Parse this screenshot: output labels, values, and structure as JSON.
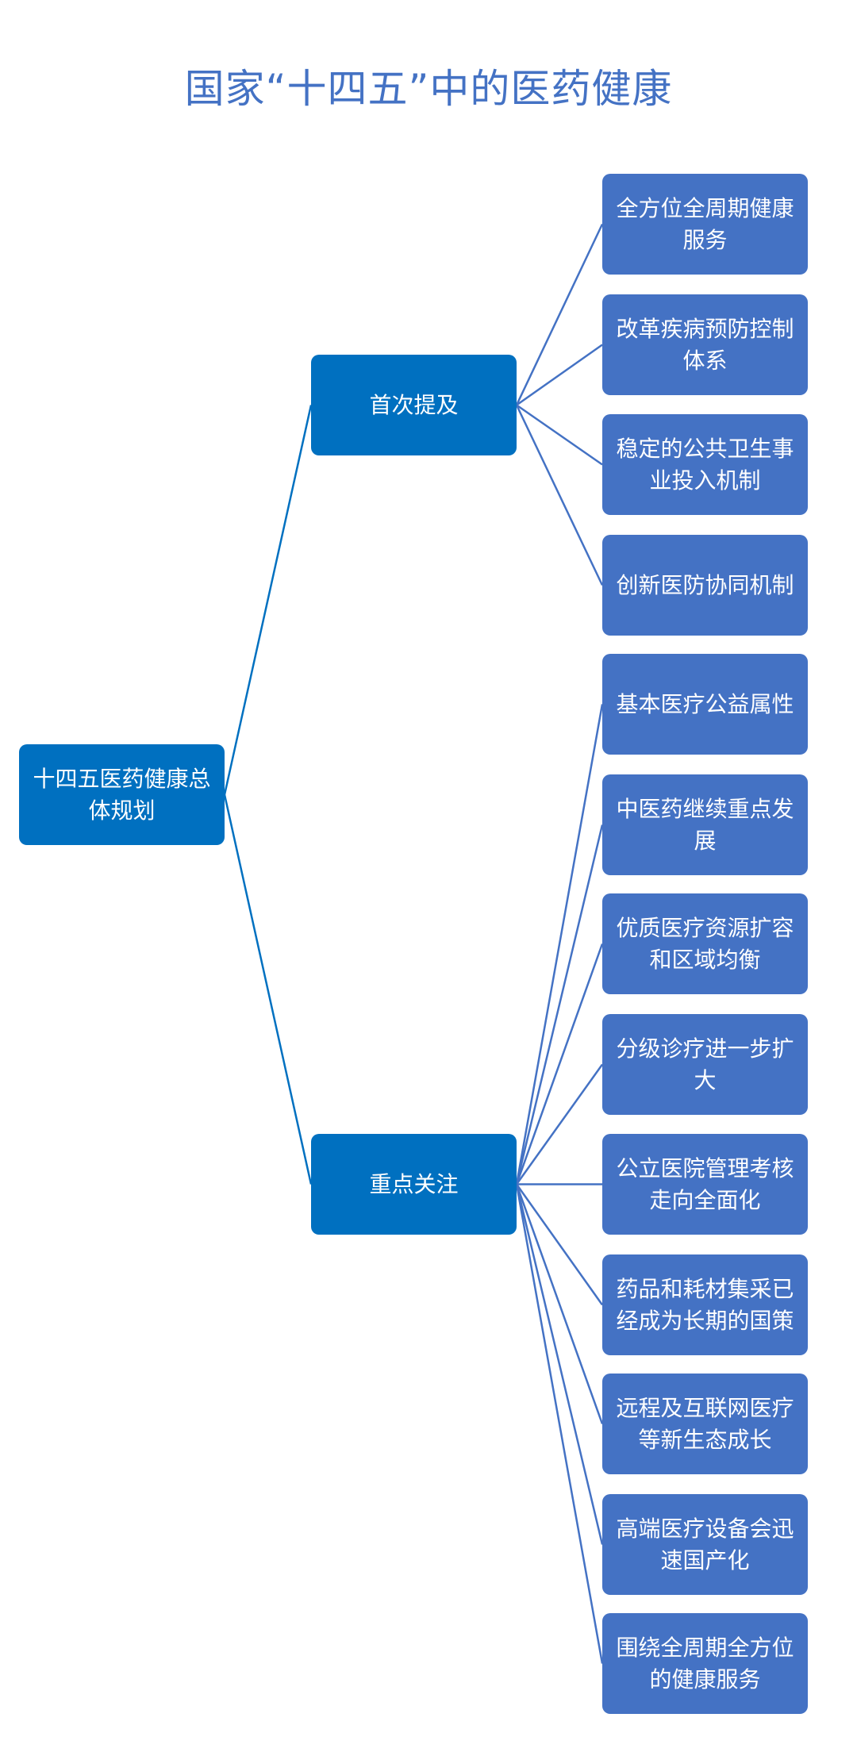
{
  "title": "国家“十四五”中的医药健康",
  "colors": {
    "primary": "#0070C0",
    "leaf": "#4472C4",
    "title": "#4472C4"
  },
  "root": "十四五医药健康总体规划",
  "branches": [
    {
      "label": "首次提及",
      "children": [
        "全方位全周期健康服务",
        "改革疾病预防控制体系",
        "稳定的公共卫生事业投入机制",
        "创新医防协同机制"
      ]
    },
    {
      "label": "重点关注",
      "children": [
        "基本医疗公益属性",
        "中医药继续重点发展",
        "优质医疗资源扩容和区域均衡",
        "分级诊疗进一步扩大",
        "公立医院管理考核走向全面化",
        "药品和耗材集采已经成为长期的国策",
        "远程及互联网医疗等新生态成长",
        "高端医疗设备会迅速国产化",
        "围绕全周期全方位的健康服务"
      ]
    }
  ]
}
